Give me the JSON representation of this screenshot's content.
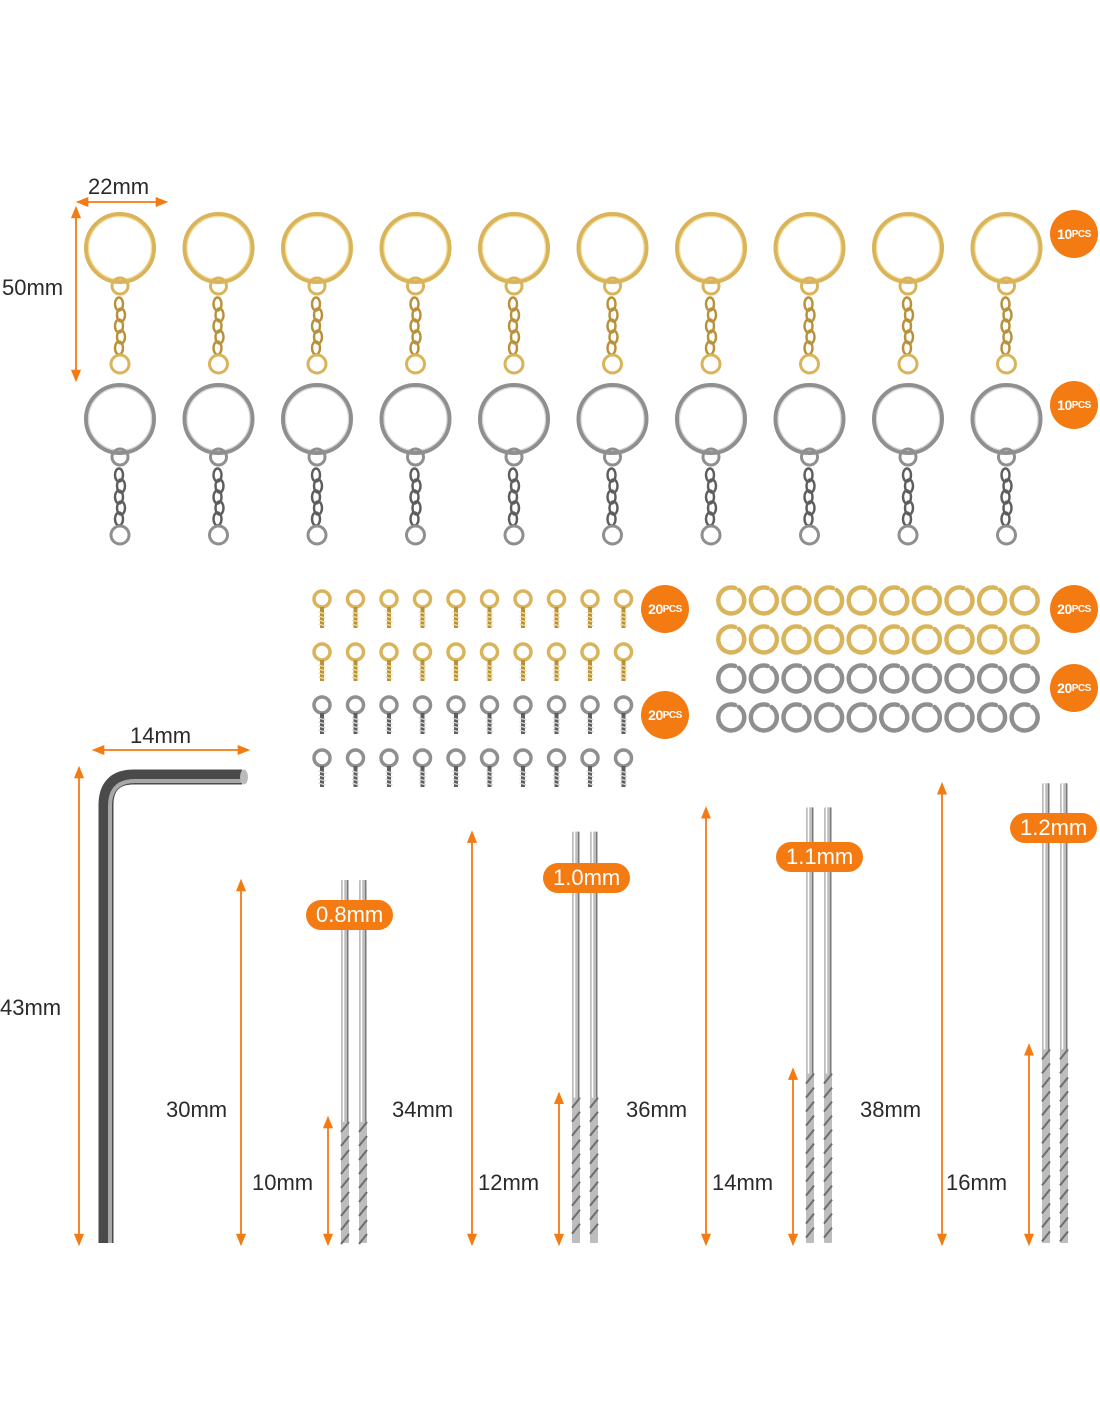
{
  "colors": {
    "accent": "#f47a12",
    "gold": "#d9b45a",
    "silver": "#9a9a9a"
  },
  "keychains": {
    "width_label": "22mm",
    "height_label": "50mm",
    "rows": [
      {
        "finish": "gold",
        "count": 10,
        "badge_num": "10",
        "badge_unit": "PCS"
      },
      {
        "finish": "silver",
        "count": 10,
        "badge_num": "10",
        "badge_unit": "PCS"
      }
    ]
  },
  "eye_screws": {
    "groups": [
      {
        "finish": "gold",
        "rows": 2,
        "per_row": 10,
        "badge_num": "20",
        "badge_unit": "PCS"
      },
      {
        "finish": "silver",
        "rows": 2,
        "per_row": 10,
        "badge_num": "20",
        "badge_unit": "PCS"
      }
    ]
  },
  "jump_rings": {
    "groups": [
      {
        "finish": "gold",
        "rows": 2,
        "per_row": 10,
        "badge_num": "20",
        "badge_unit": "PCS"
      },
      {
        "finish": "silver",
        "rows": 2,
        "per_row": 10,
        "badge_num": "20",
        "badge_unit": "PCS"
      }
    ]
  },
  "hex_key": {
    "width_label": "14mm",
    "height_label": "43mm"
  },
  "drill_bits": [
    {
      "size": "0.8mm",
      "length_label": "30mm",
      "flute_label": "10mm"
    },
    {
      "size": "1.0mm",
      "length_label": "34mm",
      "flute_label": "12mm"
    },
    {
      "size": "1.1mm",
      "length_label": "36mm",
      "flute_label": "14mm"
    },
    {
      "size": "1.2mm",
      "length_label": "38mm",
      "flute_label": "16mm"
    }
  ]
}
